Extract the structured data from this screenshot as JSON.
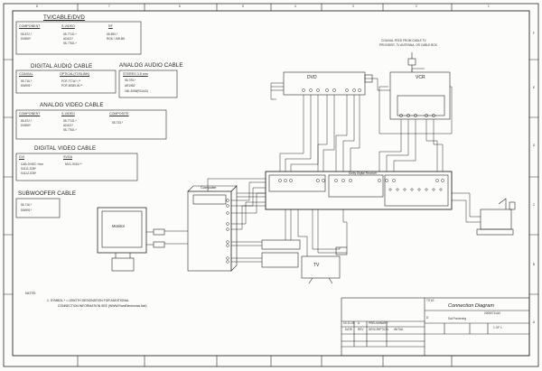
{
  "cable_guide": {
    "tv_cable_dvd": {
      "title": "TV/CABLE/DVD",
      "component": {
        "header": "COMPONENT",
        "items": [
          "55-872-*",
          "DV860*"
        ]
      },
      "s_video": {
        "header": "S-VIDEO",
        "items": [
          "55-771G-*",
          "AD421*",
          "55-776G-*"
        ]
      },
      "rf": {
        "header": "RF",
        "items": [
          "55-890-*",
          "RG6-*-SW-BK"
        ]
      }
    },
    "digital_audio": {
      "title": "DIGITAL AUDIO CABLE",
      "coaxial": {
        "header": "COAXIAL",
        "items": [
          "55-716-*",
          "DW991*"
        ]
      },
      "optical": {
        "header": "OPTICAL(TOSLINK)",
        "items": [
          "POF-TT-W-*-**",
          "POF-MS89-W-**"
        ]
      }
    },
    "analog_audio": {
      "title": "ANALOG AUDIO CABLE",
      "stereo": {
        "header": "STEREO  3.5 mm",
        "items": [
          "55-705-*",
          "AR1982",
          "180-3055(RCA43)"
        ]
      }
    },
    "analog_video": {
      "title": "ANALOG VIDEO CABLE",
      "component": {
        "header": "COMPONENT",
        "items": [
          "55-872-*",
          "DV860*"
        ]
      },
      "s_video": {
        "header": "S-VIDEO",
        "items": [
          "55-771G-*",
          "AD421*",
          "55-776G-*"
        ]
      },
      "composite": {
        "header": "COMPOSITE",
        "items": [
          "55-733-*"
        ]
      }
    },
    "digital_video": {
      "title": "DIGITAL VIDEO CABLE",
      "dvi": {
        "header": "DVI",
        "items": [
          "CAB-DVIEC-*mm",
          "S4111-S38*",
          "S4112-S38*"
        ]
      },
      "svga": {
        "header": "SVGA",
        "items": [
          "MVC-9015-**"
        ]
      }
    },
    "subwoofer": {
      "title": "SUBWOOFER CABLE",
      "items": [
        "55-716-*",
        "DW991*"
      ]
    }
  },
  "devices": {
    "dvd": "DVD",
    "vcr": "VCR",
    "computer": "Computer",
    "monitor": "Monitor",
    "tv": "TV",
    "receiver": "Dolby Digital Receiver",
    "coax_feed": [
      "COAXIAL FEED FROM CABLE TV",
      "PROVIDER, TV ANTENNA, OR CABLE BOX"
    ]
  },
  "note": {
    "label": "NOTE:",
    "line1": "1.  SYMBOL * = LENGTH DESIGNATION FOR ADDITIONAL",
    "line2": "CONNECTION INFORMATION SEE (WWW.RamElectronics.Net)"
  },
  "title_block": {
    "title": "Connection Diagram",
    "by": "Sal Pondering",
    "drawing_no": "20050711A0",
    "sheet": "1 OF 1",
    "headers": [
      "DATE",
      "REV",
      "DESCRIPTION",
      "INITIAL"
    ],
    "row_date": "10-11-05",
    "row_rev": "A",
    "row_desc": "PRELIMINARY",
    "size_label": "D",
    "title_label": "TITLE"
  },
  "border": {
    "top_numbers": [
      "8",
      "7",
      "6",
      "5",
      "4",
      "3",
      "2",
      "1"
    ],
    "side_letters": [
      "F",
      "E",
      "D",
      "C",
      "B",
      "A"
    ]
  },
  "colors": {
    "ink": "#2a2a2a",
    "paper": "#fcfcfb"
  }
}
